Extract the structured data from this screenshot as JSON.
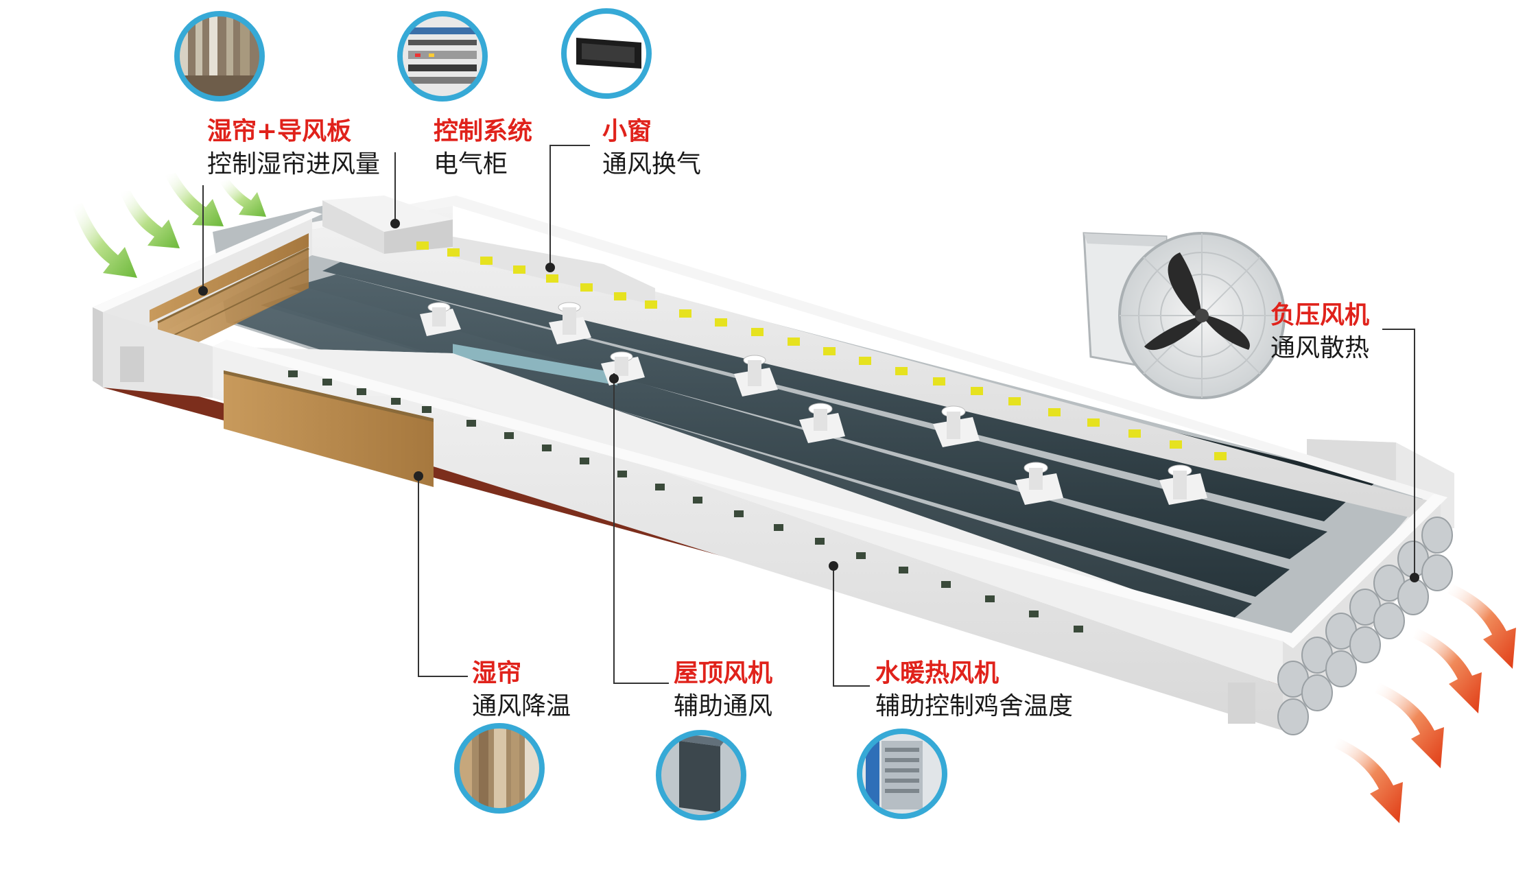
{
  "labels": {
    "wet_curtain_deflector": {
      "title": "湿帘+导风板",
      "desc": "控制湿帘进风量"
    },
    "control_system": {
      "title": "控制系统",
      "desc": "电气柜"
    },
    "small_window": {
      "title": "小窗",
      "desc": "通风换气"
    },
    "negative_pressure_fan": {
      "title": "负压风机",
      "desc": "通风散热"
    },
    "wet_curtain": {
      "title": "湿帘",
      "desc": "通风降温"
    },
    "roof_fan": {
      "title": "屋顶风机",
      "desc": "辅助通风"
    },
    "water_heater_fan": {
      "title": "水暖热风机",
      "desc": "辅助控制鸡舍温度"
    }
  },
  "colors": {
    "title_red": "#e0221b",
    "text_dark": "#1a1a1a",
    "circle_border": "#36a9d6",
    "arrow_in_green": "#7cc242",
    "arrow_out_red": "#e8441e",
    "indicator_yellow": "#e6e21f",
    "cage_dark": "#2c3b42",
    "wet_pad_brown": "#b88a4e",
    "floor_rust": "#7c2e1c"
  },
  "icons": [
    "wet-curtain-photo",
    "electrical-cabinet-photo",
    "small-window-photo",
    "wet-pad-photo",
    "roof-fan-photo",
    "water-heater-fan-photo",
    "cone-exhaust-fan",
    "air-inflow-arrow",
    "air-outflow-arrow"
  ]
}
